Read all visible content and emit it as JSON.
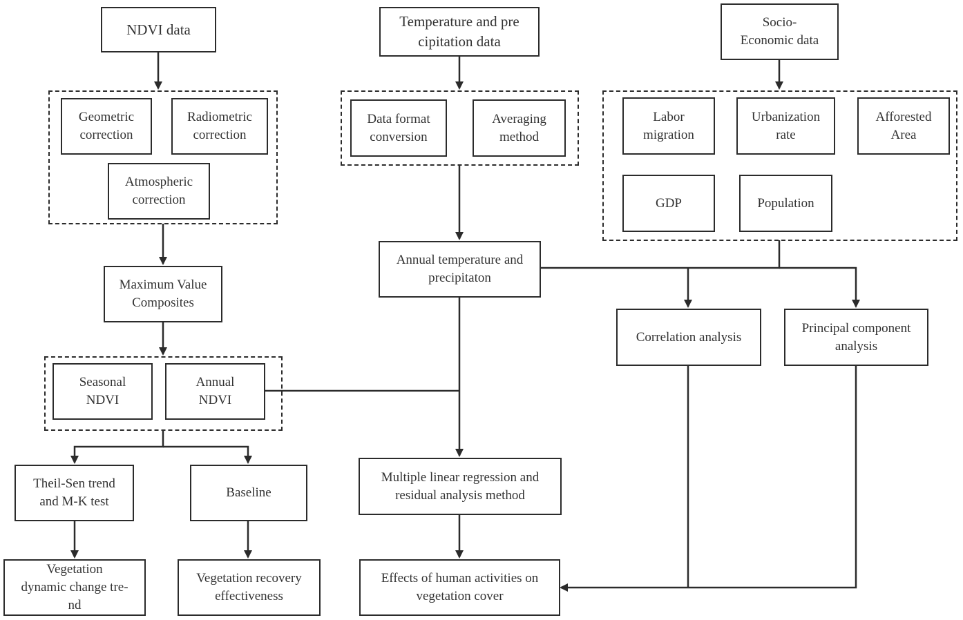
{
  "nodes": {
    "ndvi_data": "NDVI data",
    "temp_precip_data": "Temperature and pre\ncipitation data",
    "socio_economic_data": "Socio-\nEconomic data",
    "geometric_correction": "Geometric\ncorrection",
    "radiometric_correction": "Radiometric\ncorrection",
    "atmospheric_correction": "Atmospheric\ncorrection",
    "data_format_conversion": "Data format\nconversion",
    "averaging_method": "Averaging\nmethod",
    "labor_migration": "Labor\nmigration",
    "urbanization_rate": "Urbanization\nrate",
    "afforested_area": "Afforested\nArea",
    "gdp": "GDP",
    "population": "Population",
    "maximum_value_composites": "Maximum Value\nComposites",
    "annual_temp_precip": "Annual temperature and\nprecipitaton",
    "correlation_analysis": "Correlation analysis",
    "principal_component_analysis": "Principal component\nanalysis",
    "seasonal_ndvi": "Seasonal\nNDVI",
    "annual_ndvi": "Annual\nNDVI",
    "theil_sen": "Theil-Sen trend\nand M-K test",
    "baseline": "Baseline",
    "mlr_residual": "Multiple linear regression and\nresidual analysis method",
    "vegetation_dynamic": "Vegetation\ndynamic change tre-\nnd",
    "vegetation_recovery": "Vegetation recovery\neffectiveness",
    "effects_human": "Effects of human activities on\nvegetation cover"
  },
  "colors": {
    "stroke": "#2b2b2b",
    "text": "#333333",
    "background": "#ffffff"
  }
}
